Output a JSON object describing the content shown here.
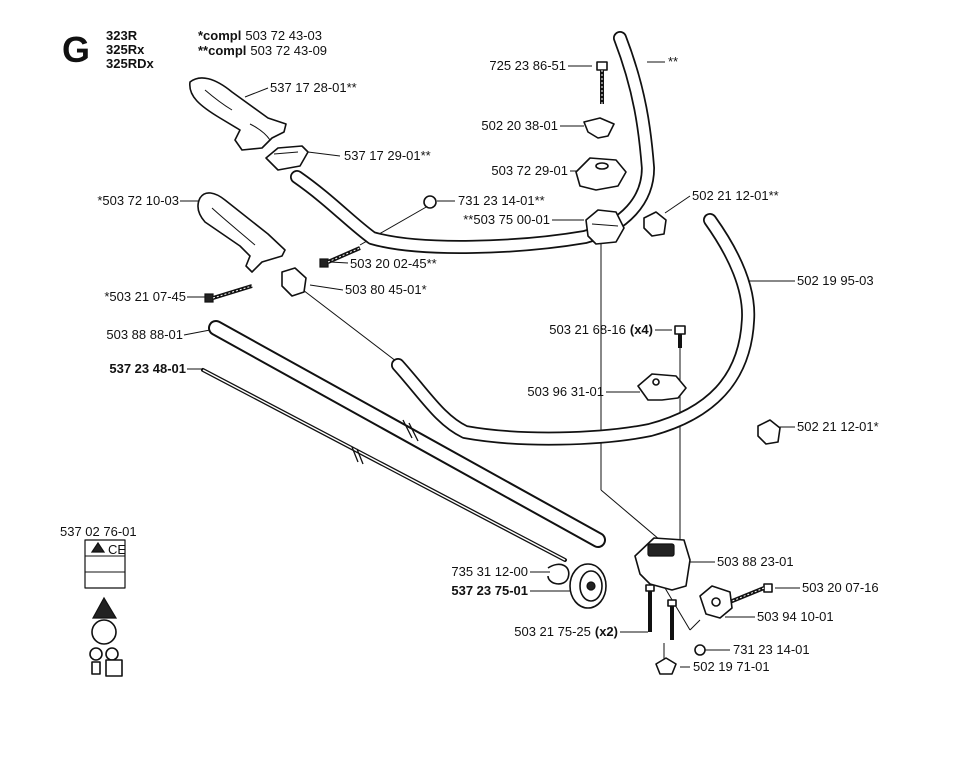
{
  "header": {
    "section_letter": "G",
    "models": [
      "323R",
      "325Rx",
      "325RDx"
    ],
    "compl_notes": [
      {
        "marker": "*compl",
        "number": "503 72 43-03"
      },
      {
        "marker": "**compl",
        "number": "503 72 43-09"
      }
    ]
  },
  "parts": [
    {
      "text": "537 17 28-01**",
      "bold": false
    },
    {
      "text": "537 17 29-01**",
      "bold": false
    },
    {
      "text": "*503 72 10-03",
      "bold": false
    },
    {
      "text": "*503 21 07-45",
      "bold": false
    },
    {
      "text": "503 88 88-01",
      "bold": false
    },
    {
      "text": "537 23 48-01",
      "bold": true
    },
    {
      "text": "503 20 02-45**",
      "bold": false
    },
    {
      "text": "503 80 45-01*",
      "bold": false
    },
    {
      "text": "725 23 86-51",
      "bold": false
    },
    {
      "text": "502 20 38-01",
      "bold": false
    },
    {
      "text": "503 72 29-01",
      "bold": false
    },
    {
      "text": "731 23 14-01**",
      "bold": false
    },
    {
      "text": "**503 75 00-01",
      "bold": false
    },
    {
      "text": "**",
      "bold": false
    },
    {
      "text": "502 21 12-01**",
      "bold": false
    },
    {
      "text": "502 19 95-03",
      "bold": false
    },
    {
      "text": "503 21 68-16",
      "qty": "(x4)",
      "bold": false
    },
    {
      "text": "503 96 31-01",
      "bold": false
    },
    {
      "text": "502 21 12-01*",
      "bold": false
    },
    {
      "text": "537 02 76-01",
      "bold": false
    },
    {
      "text": "503 88 23-01",
      "bold": false
    },
    {
      "text": "735 31 12-00",
      "bold": false
    },
    {
      "text": "537 23 75-01",
      "bold": true
    },
    {
      "text": "503 20 07-16",
      "bold": false
    },
    {
      "text": "503 94 10-01",
      "bold": false
    },
    {
      "text": "503 21 75-25",
      "qty": "(x2)",
      "bold": false
    },
    {
      "text": "731 23 14-01",
      "bold": false
    },
    {
      "text": "502 19 71-01",
      "bold": false
    }
  ]
}
